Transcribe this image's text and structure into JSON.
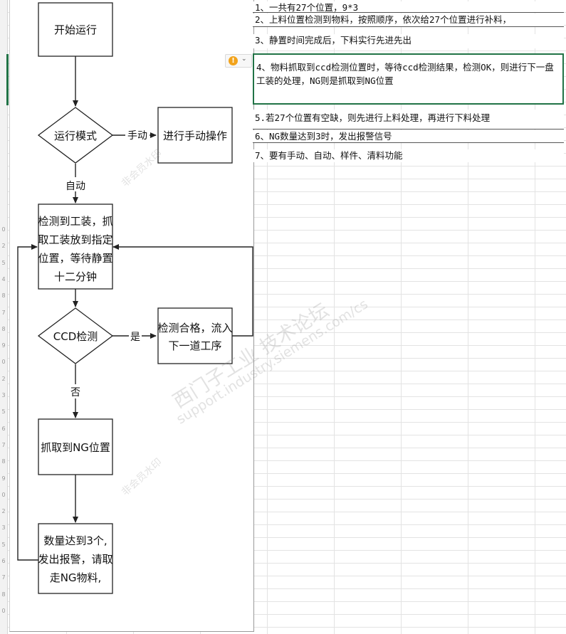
{
  "flowchart": {
    "start": "开始运行",
    "mode_decision": "运行模式",
    "manual_edge": "手动",
    "manual_op": "进行手动操作",
    "auto_edge": "自动",
    "detect_step": [
      "检测到工装，抓",
      "取工装放到指定",
      "位置，等待静置",
      "十二分钟"
    ],
    "ccd_decision": "CCD检测",
    "yes_edge": "是",
    "pass_step": [
      "检测合格，流入",
      "下一道工序"
    ],
    "no_edge": "否",
    "ng_grab": "抓取到NG位置",
    "ng_alarm": [
      "数量达到3个,",
      "发出报警，请取",
      "走NG物料,"
    ]
  },
  "notes": {
    "n1": "1、一共有27个位置，9*3",
    "n2": "2、上料位置检测到物料，按照顺序，依次给27个位置进行补料，",
    "n3": "3、静置时间完成后，下料实行先进先出",
    "n4": "4、物料抓取到ccd检测位置时，等待ccd检测结果，检测OK，则进行下一盘工装的处理，NG则是抓取到NG位置",
    "n5": "5.若27个位置有空缺，则先进行上料处理，再进行下料处理",
    "n6": "6、NG数量达到3时，发出报警信号",
    "n7": "7、要有手动、自动、样件、清料功能"
  },
  "watermarks": {
    "member": "非会员水印",
    "forum_cn": "西门子工业 技术论坛",
    "forum_url": "support.industry.siemens.com/cs"
  },
  "row_numbers": [
    "0",
    "2",
    "5",
    "4",
    "8",
    "7",
    "8",
    "9",
    "0",
    "2",
    "3",
    "5",
    "6",
    "7",
    "8",
    "9",
    "0",
    "2",
    "3",
    "5",
    "6",
    "7",
    "8",
    "0"
  ],
  "colors": {
    "line": "#222222",
    "selection": "#217346",
    "warning": "#f2a31b"
  },
  "icons": {
    "warning": "exclamation-circle-icon",
    "dropdown": "chevron-down-icon"
  }
}
